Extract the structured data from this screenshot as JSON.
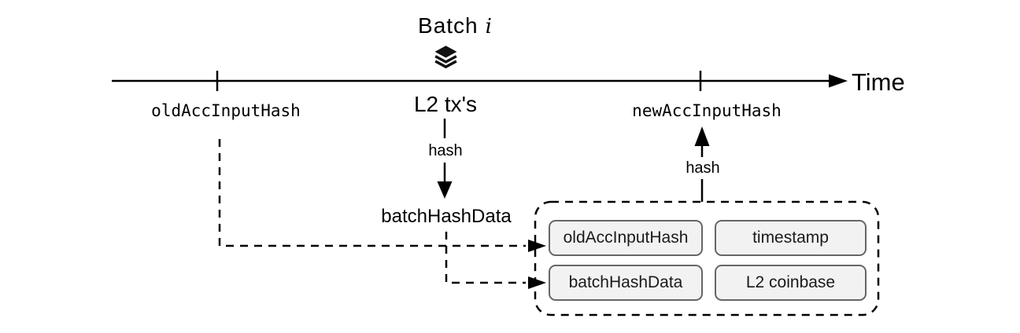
{
  "title": {
    "word": "Batch",
    "index": "i"
  },
  "timeline": {
    "axis_label": "Time",
    "left_tick_label": "oldAccInputHash",
    "right_tick_label": "newAccInputHash"
  },
  "flow": {
    "source_label": "L2 tx's",
    "hash_down_label": "hash",
    "result_label": "batchHashData",
    "hash_up_label": "hash"
  },
  "batch_fields": {
    "boxes": [
      {
        "label": "oldAccInputHash"
      },
      {
        "label": "timestamp"
      },
      {
        "label": "batchHashData"
      },
      {
        "label": "L2 coinbase"
      }
    ]
  },
  "icons": {
    "batch": "layers-icon"
  },
  "colors": {
    "line": "#000000",
    "box_fill": "#f2f2f2",
    "box_border": "#666666",
    "text": "#000000"
  }
}
